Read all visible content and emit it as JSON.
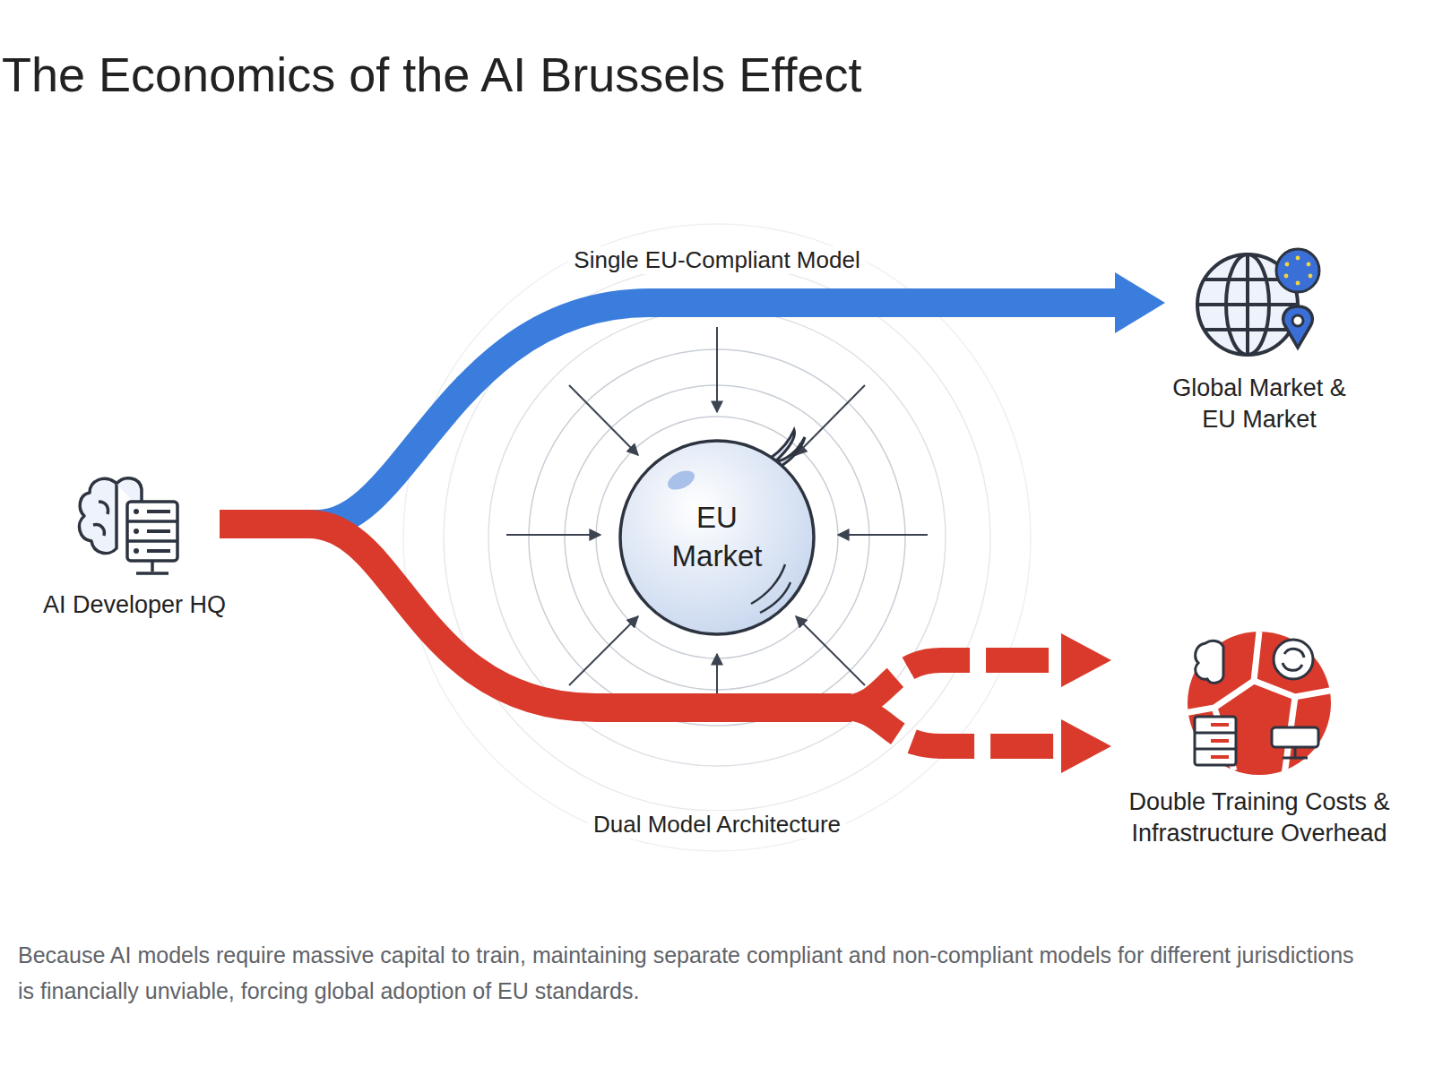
{
  "diagram": {
    "title": "The Economics of the AI Brussels Effect",
    "caption": "Because AI models require massive capital to train, maintaining separate compliant and non-compliant models for different jurisdictions is financially unviable, forcing global adoption of EU standards.",
    "nodes": [
      {
        "text": [
          "AI Developer HQ"
        ]
      },
      {
        "text": [
          "EU Market"
        ]
      },
      {
        "text": [
          "Global Market & EU Market"
        ]
      },
      {
        "text": [
          "Double Training Costs & Infrastructure Overhead"
        ]
      }
    ],
    "edges": [
      {
        "from": 0,
        "to": 2,
        "arrow": "to",
        "label": "Single EU-Compliant Model"
      },
      {
        "from": 0,
        "to": 3,
        "arrow": "to",
        "label": "Dual Model Architecture"
      }
    ]
  }
}
